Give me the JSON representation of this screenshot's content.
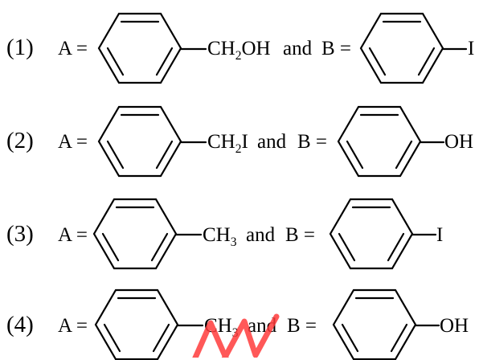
{
  "options": [
    {
      "number": "(1)",
      "a_prefix": "A =",
      "a_sub_main": "CH",
      "a_sub_index": "2",
      "a_sub_tail": "OH",
      "connector": "and",
      "b_prefix": "B =",
      "b_sub": "I"
    },
    {
      "number": "(2)",
      "a_prefix": "A =",
      "a_sub_main": "CH",
      "a_sub_index": "2",
      "a_sub_tail": "I",
      "connector": "and",
      "b_prefix": "B =",
      "b_sub": "OH"
    },
    {
      "number": "(3)",
      "a_prefix": "A =",
      "a_sub_main": "CH",
      "a_sub_index": "3",
      "a_sub_tail": "",
      "connector": "and",
      "b_prefix": "B =",
      "b_sub": "I"
    },
    {
      "number": "(4)",
      "a_prefix": "A =",
      "a_sub_main": "CH",
      "a_sub_index": "3",
      "a_sub_tail": "",
      "connector": "and",
      "b_prefix": "B =",
      "b_sub": "OH"
    }
  ],
  "watermark": {
    "color": "#ff3b3b"
  }
}
